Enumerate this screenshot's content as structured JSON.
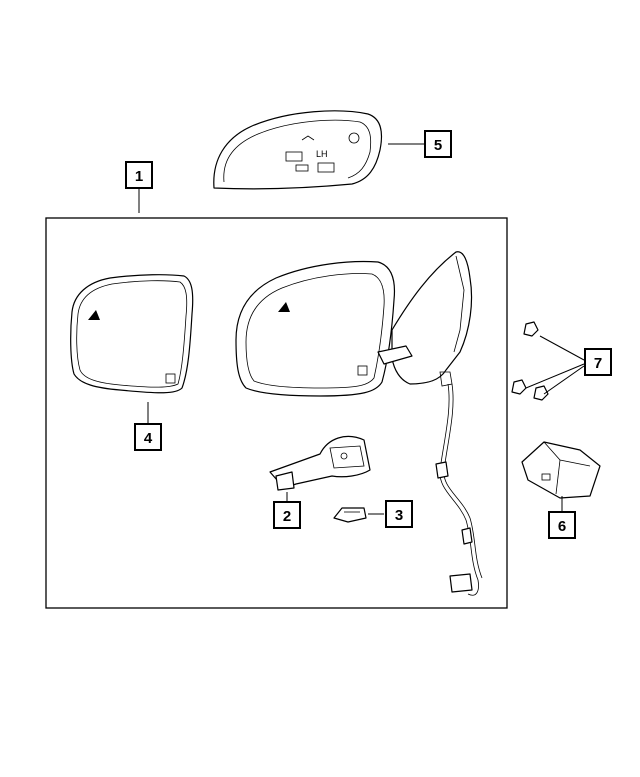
{
  "diagram": {
    "cover_marking": "LH",
    "callouts": [
      {
        "id": "callout-1",
        "label": "1"
      },
      {
        "id": "callout-2",
        "label": "2"
      },
      {
        "id": "callout-3",
        "label": "3"
      },
      {
        "id": "callout-4",
        "label": "4"
      },
      {
        "id": "callout-5",
        "label": "5"
      },
      {
        "id": "callout-6",
        "label": "6"
      },
      {
        "id": "callout-7",
        "label": "7"
      }
    ]
  }
}
